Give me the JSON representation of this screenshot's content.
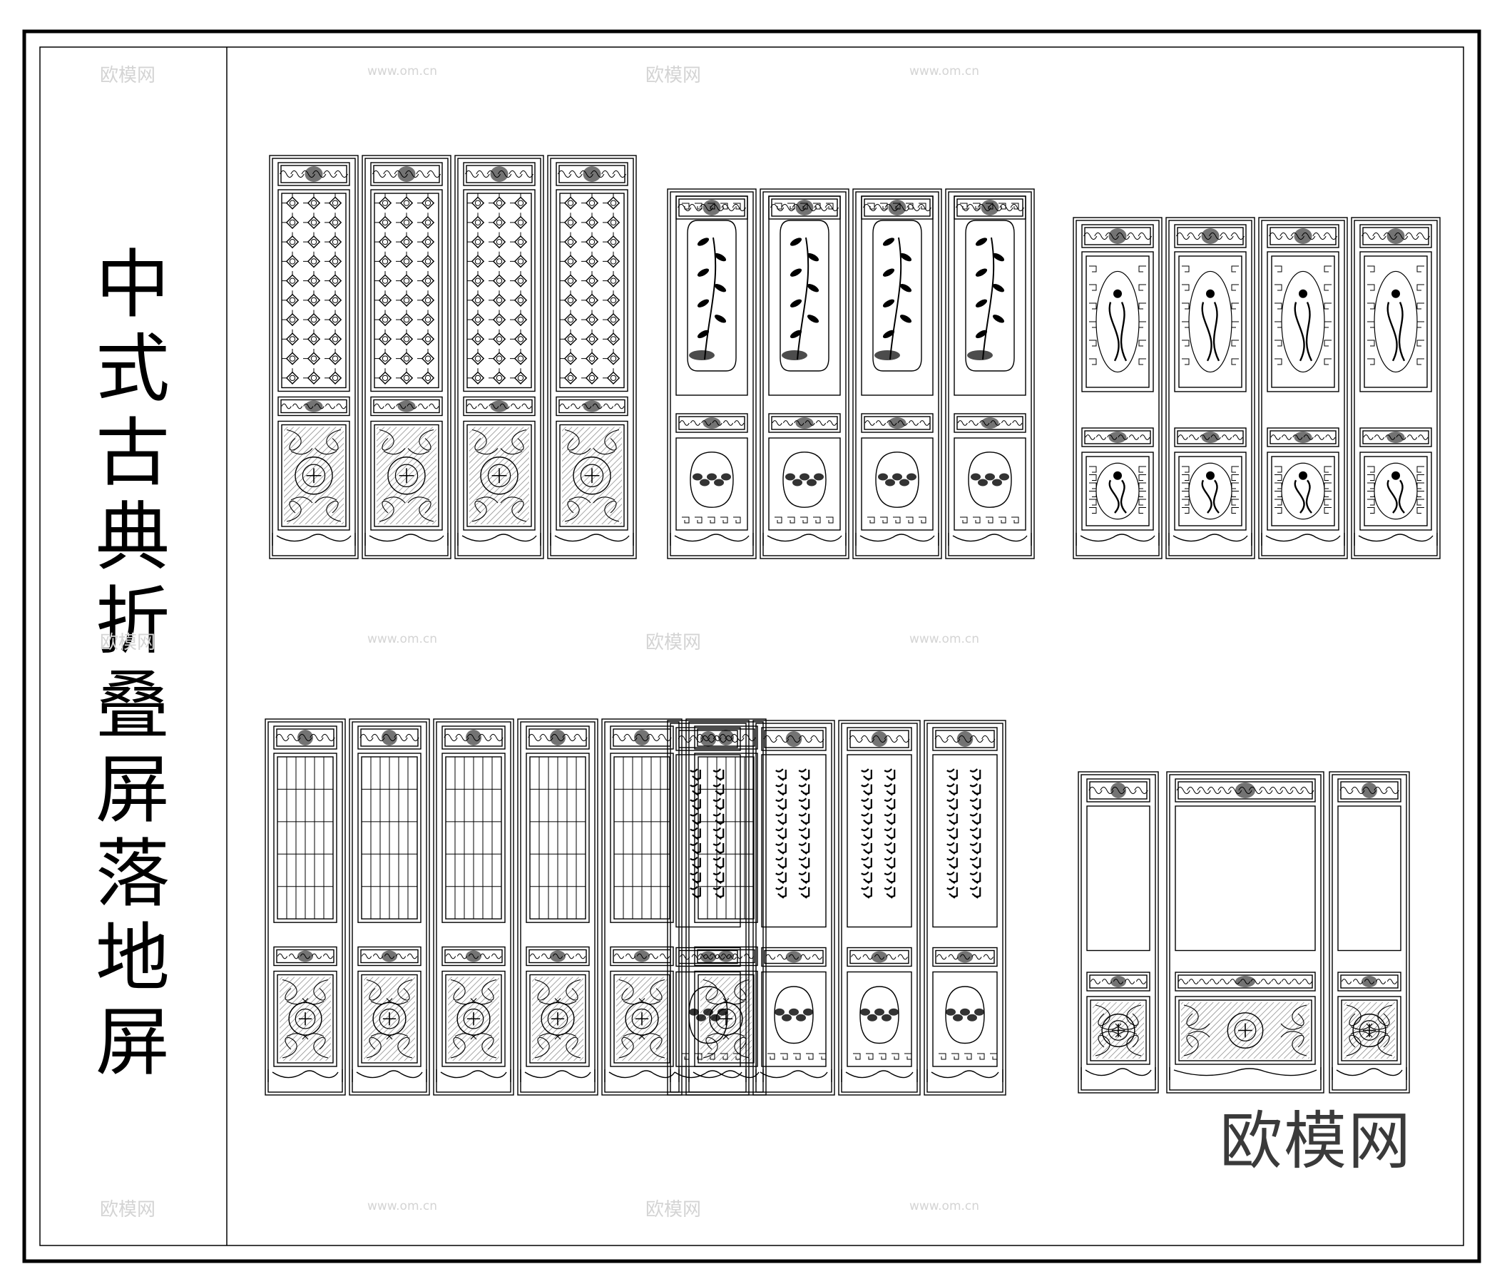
{
  "sheet": {
    "title_chars": [
      "中",
      "式",
      "古",
      "典",
      "折",
      "叠",
      "屏",
      "落",
      "地",
      "屏"
    ],
    "brand": "欧模网",
    "watermark_logo": "欧模网",
    "watermark_url": "www.om.cn"
  },
  "screens": [
    {
      "name": "lattice-screen",
      "panels": 4,
      "upper": "lattice",
      "lower": "carved"
    },
    {
      "name": "flower-painting-screen",
      "panels": 4,
      "upper": "painting",
      "lower": "medallion"
    },
    {
      "name": "figure-carving-screen",
      "panels": 4,
      "upper": "figure",
      "lower": "figure"
    },
    {
      "name": "folding-six-panel-screen",
      "panels": 6,
      "upper": "grille",
      "lower": "carved"
    },
    {
      "name": "calligraphy-screen",
      "panels": 4,
      "upper": "calligraphy",
      "lower": "medallion"
    },
    {
      "name": "three-panel-screen",
      "panels": 3,
      "upper": "blank",
      "lower": "carved"
    }
  ],
  "colors": {
    "line": "#000000",
    "paper": "#ffffff",
    "watermark": "#d4d4d4",
    "brand": "#3a3a3a"
  }
}
